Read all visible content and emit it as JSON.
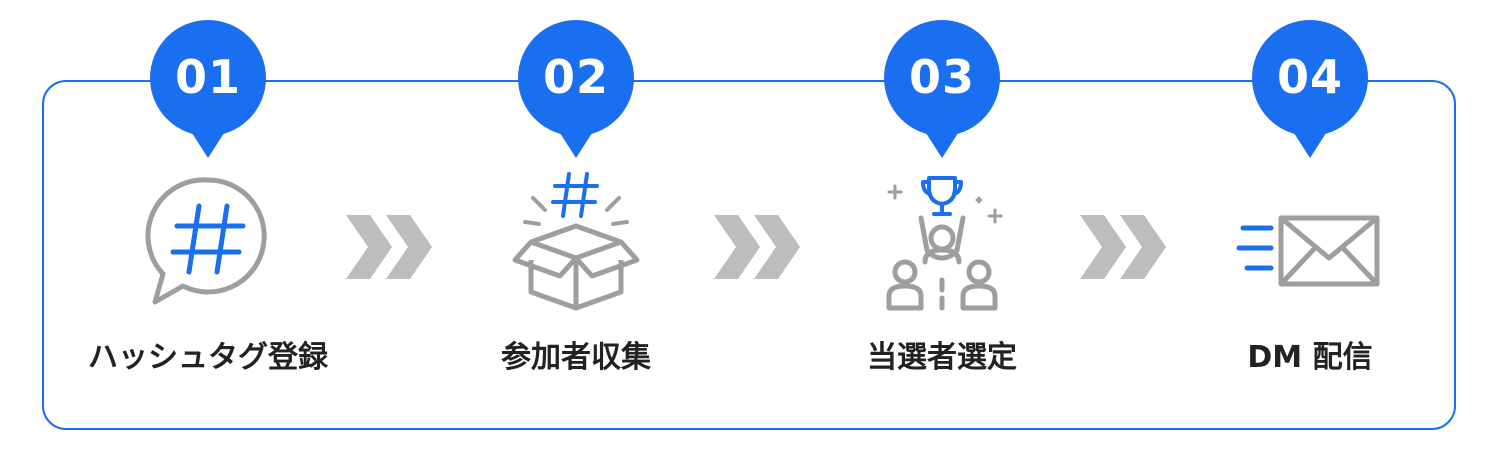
{
  "steps": [
    {
      "number": "01",
      "label": "ハッシュタグ登録",
      "icon": "hashtag-chat-bubble-icon"
    },
    {
      "number": "02",
      "label": "参加者収集",
      "icon": "hashtag-open-box-icon"
    },
    {
      "number": "03",
      "label": "当選者選定",
      "icon": "trophy-winner-icon"
    },
    {
      "number": "04",
      "label": "DM 配信",
      "icon": "fast-mail-envelope-icon"
    }
  ],
  "arrow_icon": "double-chevron-right-icon",
  "colors": {
    "accent_blue": "#1a6ef0",
    "icon_gray": "#9e9e9e",
    "arrow_gray": "#bdbdbd",
    "label_text": "#222222"
  }
}
